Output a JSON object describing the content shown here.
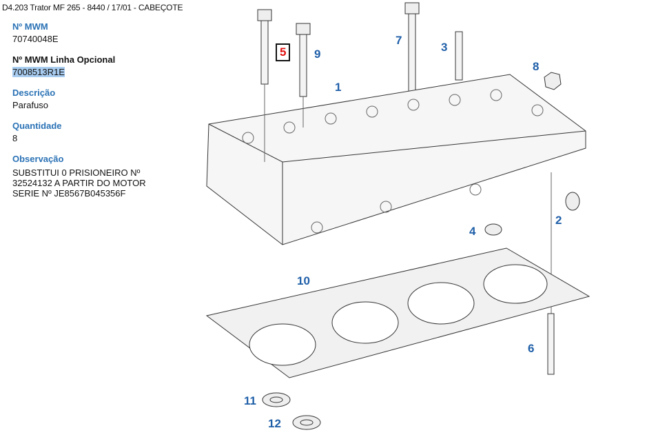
{
  "breadcrumb": "D4.203 Trator MF 265 - 8440  /  17/01 - CABEÇOTE",
  "details": {
    "mwm_label": "Nº MWM",
    "mwm_value": "70740048E",
    "optional_label": "Nº MWM Linha Opcional",
    "optional_value": "7008513R1E",
    "description_label": "Descrição",
    "description_value": "Parafuso",
    "quantity_label": "Quantidade",
    "quantity_value": "8",
    "note_label": "Observação",
    "note_lines": [
      "SUBSTITUI 0 PRISIONEIRO Nº",
      "32524132 A PARTIR DO MOTOR",
      "SERIE Nº JE8567B045356F"
    ]
  },
  "callouts": [
    "1",
    "2",
    "3",
    "4",
    "5",
    "6",
    "7",
    "8",
    "9",
    "10",
    "11",
    "12"
  ],
  "selected_callout": "5",
  "colors": {
    "label": "#2a72b5",
    "callout": "#1f5fa8",
    "selected": "#e01010"
  }
}
